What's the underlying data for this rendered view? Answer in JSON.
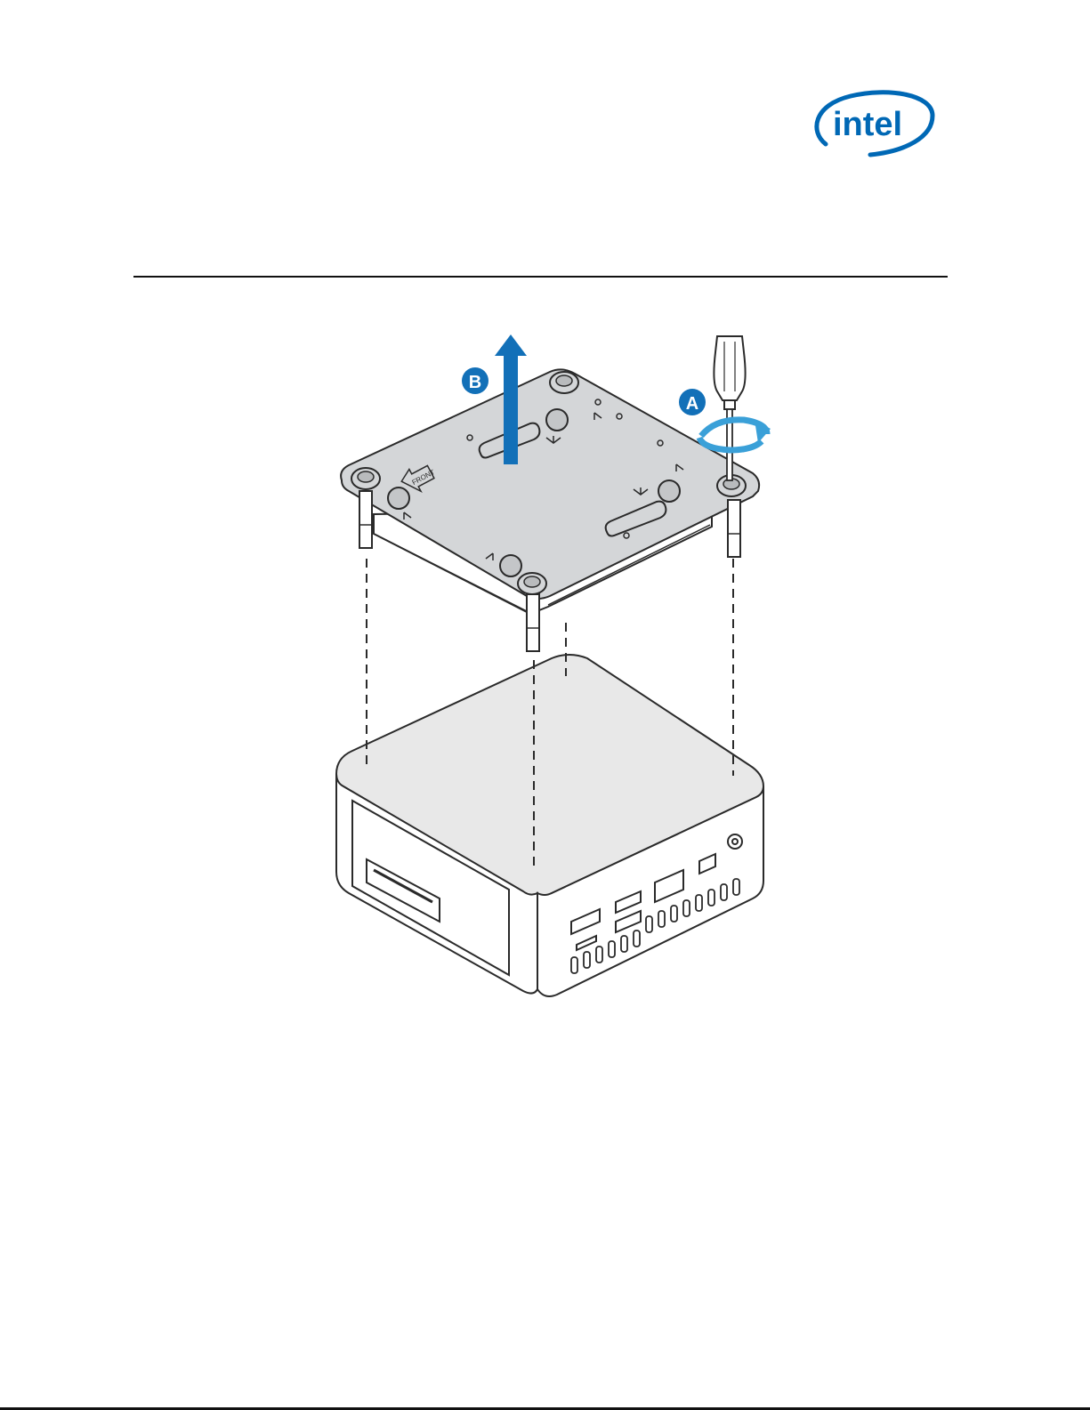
{
  "logo": {
    "wordmark": "intel",
    "brand_color": "#0068B5"
  },
  "figure": {
    "callout_a": "A",
    "callout_b": "B",
    "front_marking": "FRONT",
    "arrow_color": "#1270B8",
    "rotate_arrow_color": "#3AA0D8",
    "panel_color": "#D4D6D8",
    "chassis_top_color": "#E8E8E8"
  }
}
